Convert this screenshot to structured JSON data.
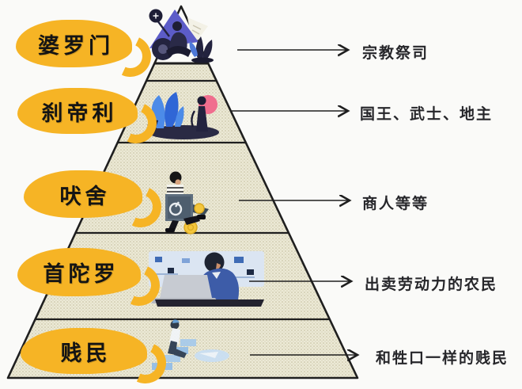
{
  "diagram": {
    "kind": "caste-pyramid",
    "levels": [
      {
        "name": "婆罗门",
        "description": "宗教祭司"
      },
      {
        "name": "刹帝利",
        "description": "国王、武士、地主"
      },
      {
        "name": "吠舍",
        "description": "商人等等"
      },
      {
        "name": "首陀罗",
        "description": "出卖劳动力的农民"
      },
      {
        "name": "贱民",
        "description": "和牲口一样的贱民"
      }
    ],
    "colors": {
      "bubble_yellow": "#f6b425",
      "pyramid_fill": "#ece9d6",
      "pyramid_dots": "#bfba98",
      "outline": "#1f1f1f",
      "background": "#fafaf8",
      "accent_purple": "#5c5cc8",
      "accent_navy": "#23233f",
      "accent_blue": "#4c8be8",
      "accent_pink": "#f06e8e",
      "accent_coin": "#f4c63c",
      "accent_lightblue": "#9cc4ea"
    }
  }
}
